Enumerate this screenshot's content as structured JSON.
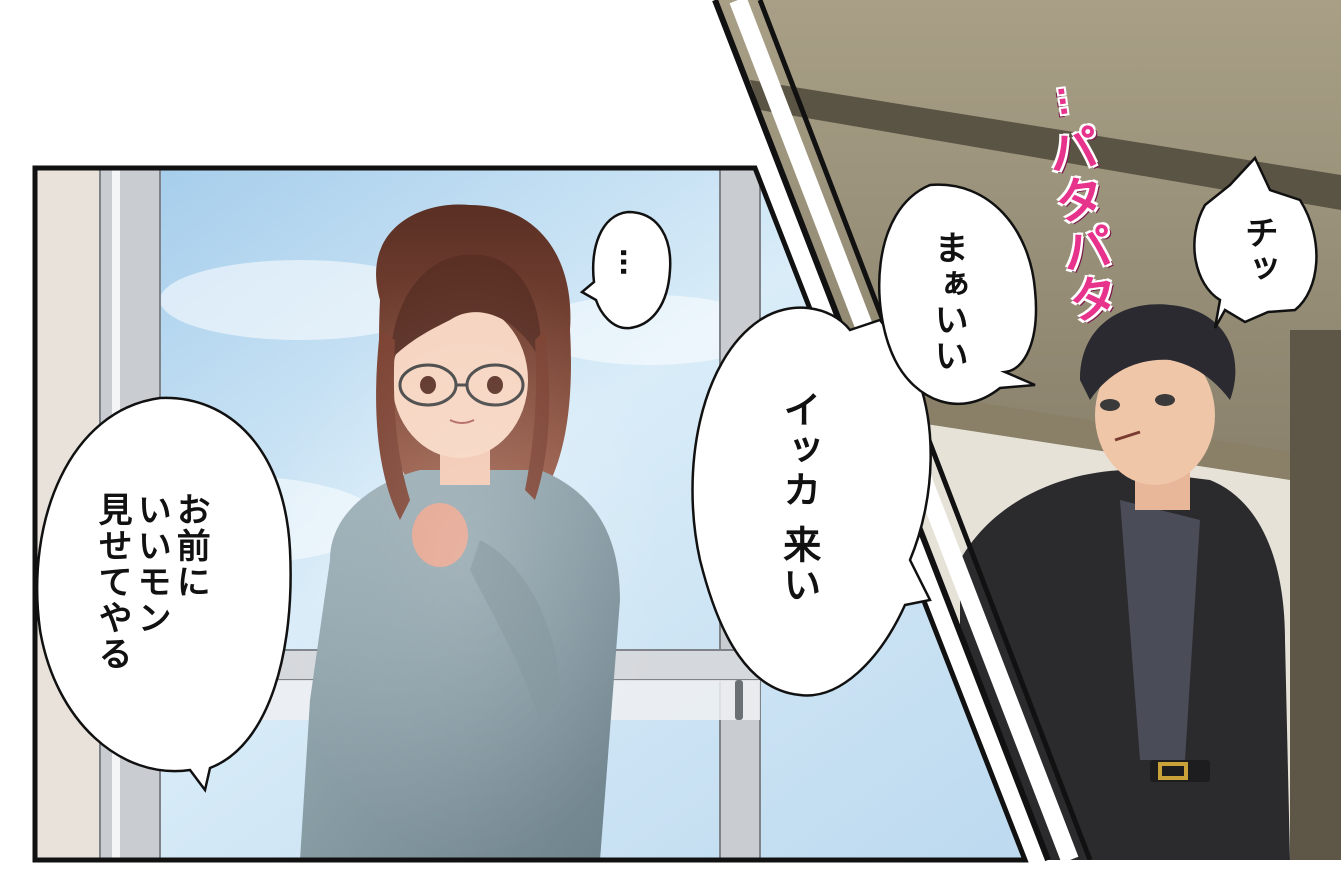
{
  "panels": {
    "left": {
      "bubbles": {
        "dots": "…",
        "omae": "お前に\nいいモン\n見せてやる"
      }
    },
    "right": {
      "bubbles": {
        "chi": "チッ",
        "maa": "まぁいい",
        "ikka": "イッカ 来い"
      },
      "sfx": {
        "dots": "…",
        "pata": "パタパタ"
      }
    }
  },
  "colors": {
    "sky": "#cfe4f5",
    "sfx": "#e8338d",
    "jacket": "#2b2b2e",
    "sweater": "#8fa3ab",
    "hair_girl": "#6b3a2c",
    "hair_boy": "#2a2a30",
    "door": "#7a6e58"
  }
}
